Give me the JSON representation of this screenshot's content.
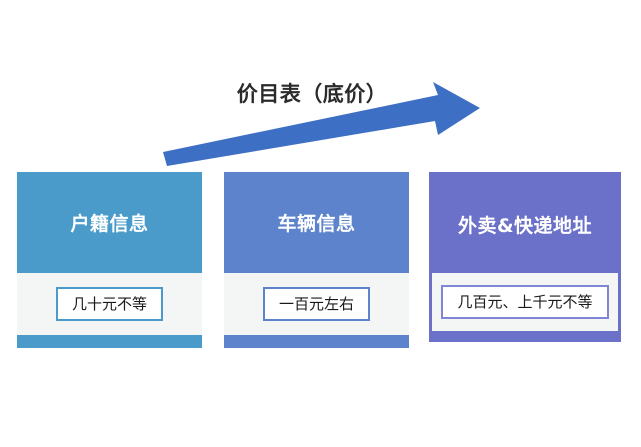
{
  "title": "价目表（底价）",
  "arrow": {
    "name": "growth-arrow",
    "color": "#3d6fc4",
    "direction": "up-right"
  },
  "colors": {
    "card1_accent": "#4a9bc9",
    "card2_accent": "#5c83cb",
    "card3_accent": "#6b71c8",
    "card_body_bg": "#f4f5f5",
    "title_text": "#2b2b2b",
    "value_text": "#1a1a1a"
  },
  "cards": [
    {
      "id": "household",
      "header": "户籍信息",
      "value": "几十元不等",
      "accent": "#4a9bc9",
      "highlighted": false
    },
    {
      "id": "vehicle",
      "header": "车辆信息",
      "value": "一百元左右",
      "accent": "#5c83cb",
      "highlighted": false
    },
    {
      "id": "delivery",
      "header": "外卖&快递地址",
      "value": "几百元、上千元不等",
      "accent": "#6b71c8",
      "highlighted": true
    }
  ],
  "chart_data": {
    "type": "bar",
    "title": "价目表（底价）",
    "xlabel": "",
    "ylabel": "",
    "categories": [
      "户籍信息",
      "车辆信息",
      "外卖&快递地址"
    ],
    "value_labels": [
      "几十元不等",
      "一百元左右",
      "几百元、上千元不等"
    ],
    "annotations": [
      "价目表（底价）"
    ],
    "legend": [],
    "grid": false
  }
}
